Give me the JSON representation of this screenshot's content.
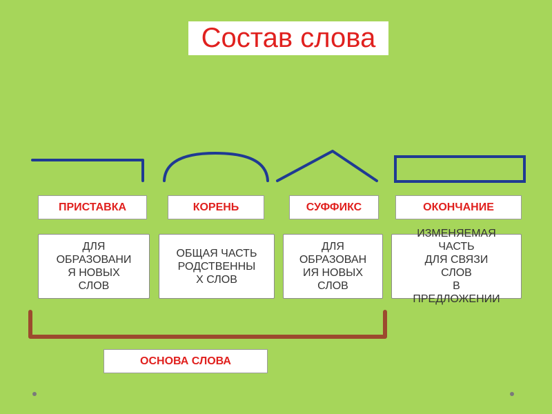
{
  "title": "Состав слова",
  "parts": [
    {
      "label": "ПРИСТАВКА",
      "description": "ДЛЯ\nОБРАЗОВАНИ\nЯ НОВЫХ\nСЛОВ"
    },
    {
      "label": "КОРЕНЬ",
      "description": "ОБЩАЯ ЧАСТЬ\nРОДСТВЕННЫ\nХ СЛОВ"
    },
    {
      "label": "СУФФИКС",
      "description": "ДЛЯ\nОБРАЗОВАН\nИЯ НОВЫХ\nСЛОВ"
    },
    {
      "label": "ОКОНЧАНИЕ",
      "description": "ИЗМЕНЯЕМАЯ\nЧАСТЬ\nДЛЯ СВЯЗИ\nСЛОВ\nВ\nПРЕДЛОЖЕНИИ"
    }
  ],
  "stem_label": "ОСНОВА СЛОВА",
  "colors": {
    "background": "#a6d65a",
    "label_text": "#e0201e",
    "symbol_stroke": "#1f3a93",
    "bracket": "#9c4a2e"
  }
}
